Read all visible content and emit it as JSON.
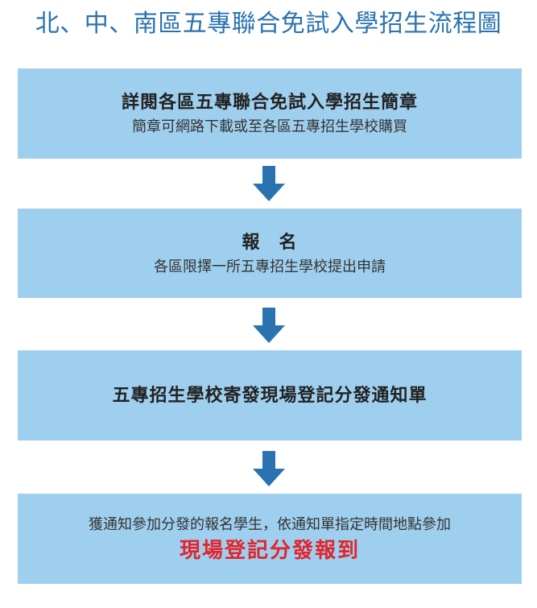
{
  "title": "北、中、南區五專聯合免試入學招生流程圖",
  "steps": [
    {
      "main": "詳閱各區五專聯合免試入學招生簡章",
      "sub": "簡章可網路下載或至各區五專招生學校購買"
    },
    {
      "main": "報　名",
      "sub": "各區限擇一所五專招生學校提出申請"
    },
    {
      "main": "五專招生學校寄發現場登記分發通知單"
    },
    {
      "sub": "獲通知參加分發的報名學生，依通知單指定時間地點參加",
      "highlight": "現場登記分發報到"
    }
  ],
  "colors": {
    "box": "#9fcfee",
    "arrow": "#2a73b0",
    "title": "#2a73b0",
    "highlight": "#e2242c"
  }
}
